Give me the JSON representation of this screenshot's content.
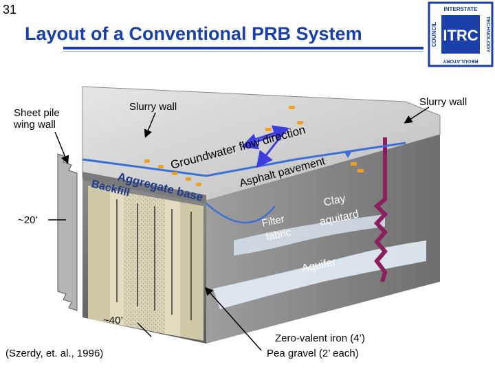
{
  "slide_number": "31",
  "title": "Layout of a Conventional PRB System",
  "logo": {
    "center_text": "ITRC",
    "ring_top": "INTERSTATE",
    "ring_right": "TECHNOLOGY",
    "ring_bottom": "REGULATORY",
    "ring_left": "COUNCIL"
  },
  "labels": {
    "sheet_pile": "Sheet pile\nwing wall",
    "slurry_wall_1": "Slurry wall",
    "slurry_wall_2": "Slurry wall",
    "depth": "~20’",
    "width": "~40’",
    "citation": "(Szerdy, et. al., 1996)",
    "zvi": "Zero-valent iron (4’)",
    "pea_gravel": "Pea gravel (2’ each)"
  },
  "diagram_text": {
    "groundwater_flow": "Groundwater flow direction",
    "asphalt": "Asphalt pavement",
    "aggregate": "Aggregate base",
    "backfill": "Backfill",
    "filter_1": "Filter",
    "filter_2": "fabric",
    "clay_1": "Clay",
    "clay_2": "aquitard",
    "aquifer": "Aquifer"
  },
  "colors": {
    "title": "#1a3fa8",
    "water_table": "#3a6fd8",
    "flow_arrow": "#3c3ce0",
    "clay_layer": "#8b1e5c",
    "marker": "#f0a020"
  }
}
